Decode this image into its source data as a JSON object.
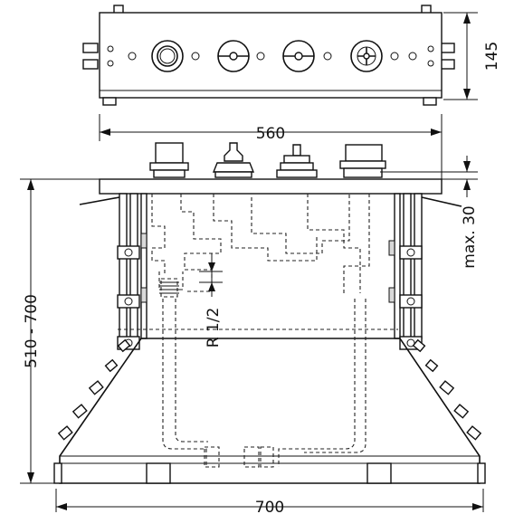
{
  "dimensions": {
    "top_width": "560",
    "top_height": "145",
    "bottom_width": "700",
    "total_height": "510 - 700",
    "max_depth": "max. 30",
    "thread": "R 1/2"
  }
}
